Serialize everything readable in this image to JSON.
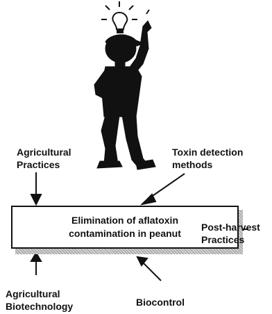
{
  "diagram": {
    "center": {
      "line1": "Elimination of aflatoxin",
      "line2": "contamination in peanut"
    },
    "factors": {
      "agricultural_practices": [
        "Agricultural",
        "Practices"
      ],
      "toxin_detection": [
        "Toxin detection",
        "methods"
      ],
      "post_harvest": [
        "Post-harvest",
        "Practices"
      ],
      "agricultural_biotechnology": [
        "Agricultural",
        "Biotechnology"
      ],
      "biocontrol": [
        "Biocontrol"
      ]
    }
  }
}
